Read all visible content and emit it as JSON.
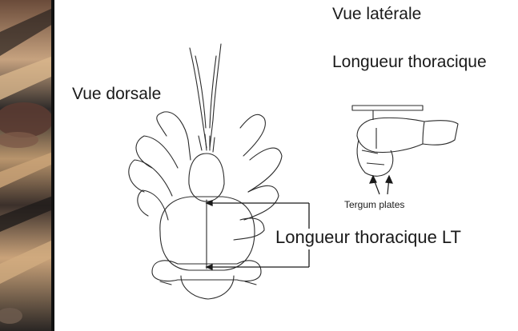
{
  "labels": {
    "view_lateral": "Vue latérale",
    "thoracic_length": "Longueur thoracique",
    "view_dorsal": "Vue dorsale",
    "tergum_plates": "Tergum plates",
    "thoracic_length_lt": "Longueur thoracique LT"
  },
  "colors": {
    "line": "#2b2b2b",
    "background": "#ffffff"
  },
  "icons": {
    "photo": "crab-photo-strip",
    "dorsal": "coconut-crab-dorsal-drawing",
    "lateral": "coconut-crab-lateral-drawing"
  }
}
